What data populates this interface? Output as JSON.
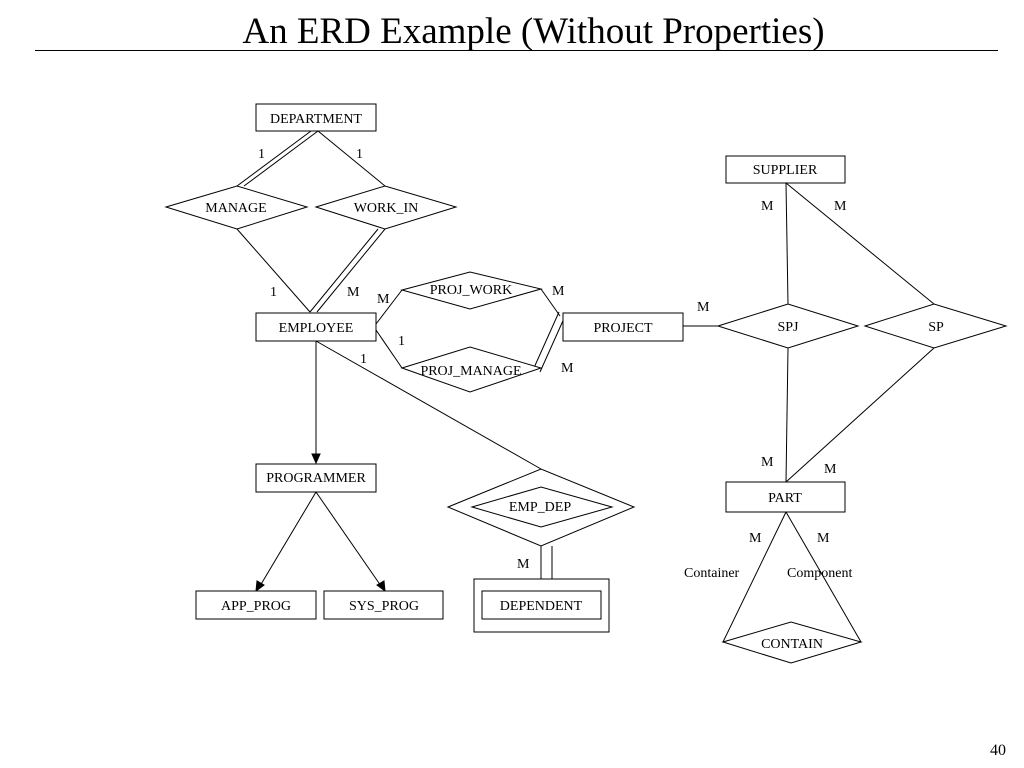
{
  "title": "An ERD Example (Without Properties)",
  "page_number": "40",
  "entities": {
    "department": "DEPARTMENT",
    "supplier": "SUPPLIER",
    "employee": "EMPLOYEE",
    "project": "PROJECT",
    "programmer": "PROGRAMMER",
    "part": "PART",
    "app_prog": "APP_PROG",
    "sys_prog": "SYS_PROG",
    "dependent": "DEPENDENT"
  },
  "relationships": {
    "manage": "MANAGE",
    "work_in": "WORK_IN",
    "proj_work": "PROJ_WORK",
    "proj_manage": "PROJ_MANAGE",
    "spj": "SPJ",
    "sp": "SP",
    "emp_dep": "EMP_DEP",
    "contain": "CONTAIN"
  },
  "roles": {
    "container": "Container",
    "component": "Component"
  },
  "cardinalities": {
    "manage_department": "1",
    "work_in_department": "1",
    "manage_employee": "1",
    "work_in_employee": "M",
    "proj_work_employee": "M",
    "proj_work_project": "M",
    "proj_manage_employee": "1",
    "proj_manage_project": "M",
    "spj_supplier": "M",
    "sp_supplier": "M",
    "spj_project": "M",
    "spj_part": "M",
    "sp_part": "M",
    "emp_dep_employee": "1",
    "emp_dep_dependent": "M",
    "contain_container": "M",
    "contain_component": "M"
  }
}
